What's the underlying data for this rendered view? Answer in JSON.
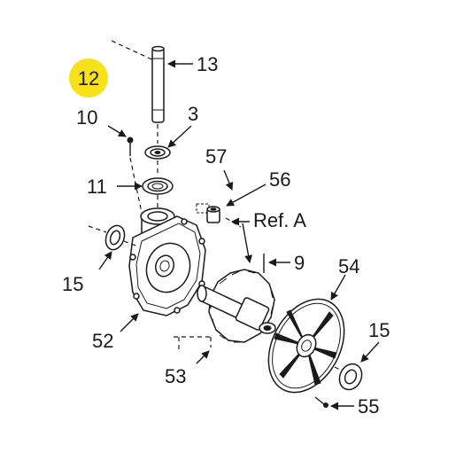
{
  "highlight_color": "#f7e11a",
  "labels": {
    "p12": "12",
    "p13": "13",
    "p10": "10",
    "p3": "3",
    "p57": "57",
    "p11": "11",
    "p56": "56",
    "ref_a": "Ref. A",
    "p9": "9",
    "p15_left": "15",
    "p54": "54",
    "p52": "52",
    "p15_right": "15",
    "p53": "53",
    "p55": "55"
  }
}
